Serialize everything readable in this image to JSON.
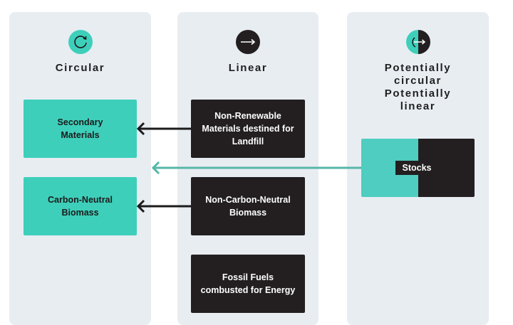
{
  "columns": {
    "circular": {
      "title": "Circular",
      "icon": "circular-arrow-icon"
    },
    "linear": {
      "title": "Linear",
      "icon": "right-arrow-icon"
    },
    "potential": {
      "title_line1": "Potentially",
      "title_line2": "circular",
      "title_line3": "Potentially",
      "title_line4": "linear",
      "icon": "half-circular-arrow-icon"
    }
  },
  "boxes": {
    "secondary": {
      "line1": "Secondary",
      "line2": "Materials"
    },
    "carbon_neutral": {
      "line1": "Carbon-Neutral",
      "line2": "Biomass"
    },
    "nonrenewable": {
      "line1": "Non-Renewable",
      "line2": "Materials destined for",
      "line3": "Landfill"
    },
    "noncarbon": {
      "line1": "Non-Carbon-Neutral",
      "line2": "Biomass"
    },
    "fossil": {
      "line1": "Fossil Fuels",
      "line2": "combusted for Energy"
    },
    "stocks": {
      "label": "Stocks"
    }
  },
  "colors": {
    "teal": "#3ecfbb",
    "dark": "#231f20",
    "panel": "#e8edf2",
    "arrow_teal": "#56b6a8"
  }
}
